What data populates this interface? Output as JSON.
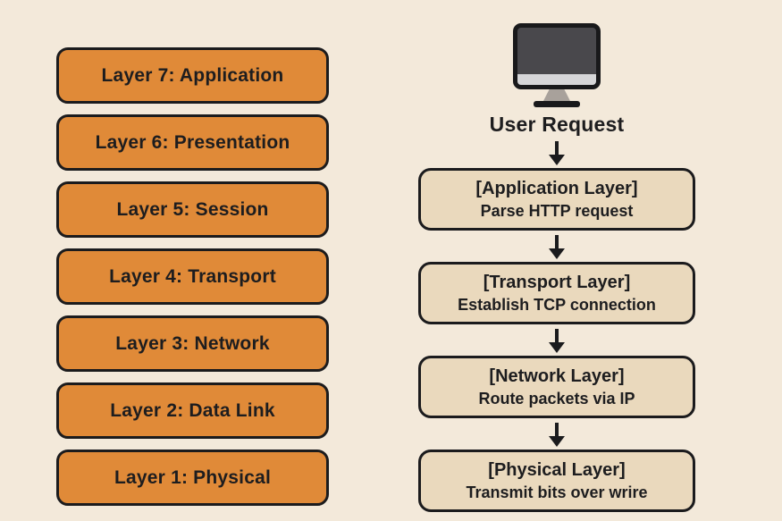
{
  "canvas": {
    "background_color": "#f3e9da",
    "ink_color": "#1b1b1d"
  },
  "osi_stack": {
    "box_color": "#e08a38",
    "items": [
      {
        "label": "Layer 7: Application"
      },
      {
        "label": "Layer 6: Presentation"
      },
      {
        "label": "Layer 5: Session"
      },
      {
        "label": "Layer 4: Transport"
      },
      {
        "label": "Layer 3: Network"
      },
      {
        "label": "Layer 2: Data Link"
      },
      {
        "label": "Layer 1: Physical"
      }
    ]
  },
  "flow": {
    "source_icon": "computer-monitor-icon",
    "source_label": "User Request",
    "box_color": "#ead9bd",
    "steps": [
      {
        "title": "[Application Layer]",
        "subtitle": "Parse HTTP request"
      },
      {
        "title": "[Transport Layer]",
        "subtitle": "Establish TCP connection"
      },
      {
        "title": "[Network Layer]",
        "subtitle": "Route packets via IP"
      },
      {
        "title": "[Physical Layer]",
        "subtitle": "Transmit bits over wrire"
      }
    ]
  }
}
